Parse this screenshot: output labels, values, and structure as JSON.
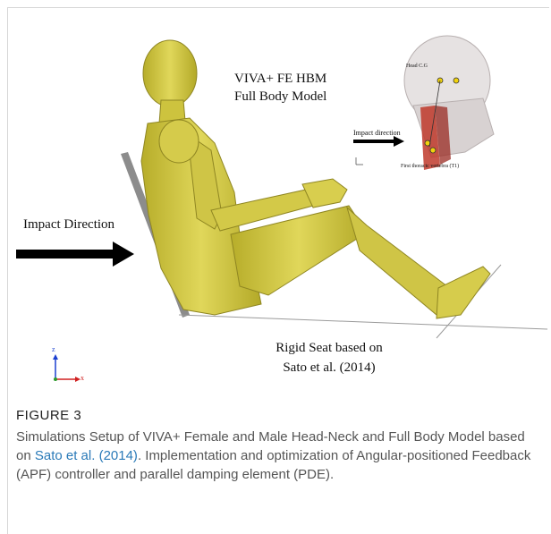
{
  "figure": {
    "model_title_line1": "VIVA+ FE HBM",
    "model_title_line2": "Full Body Model",
    "impact_direction_label": "Impact Direction",
    "seat_caption_line1": "Rigid Seat based  on",
    "seat_caption_line2": "Sato et al. (2014)",
    "inset": {
      "impact_direction": "Impact direction",
      "head_cg": "Head C.G",
      "t1_label": "First thoracic vertebra (T1)"
    },
    "axes": {
      "z": "z",
      "x": "x"
    },
    "colors": {
      "body": "#d9cf4a",
      "body_shade": "#a99f22",
      "seat": "#8c8c8c",
      "arrow": "#000000",
      "axis_z": "#1a3fd0",
      "axis_x": "#d02020",
      "caption_link": "#2a7ab8"
    }
  },
  "caption": {
    "label": "FIGURE 3",
    "text_part1": "Simulations Setup of VIVA+ Female and Male Head-Neck and Full Body Model based on ",
    "link_text": "Sato et al. (2014)",
    "text_part2": ". Implementation and optimization of Angular-positioned Feedback (APF) controller and parallel damping element (PDE)."
  }
}
